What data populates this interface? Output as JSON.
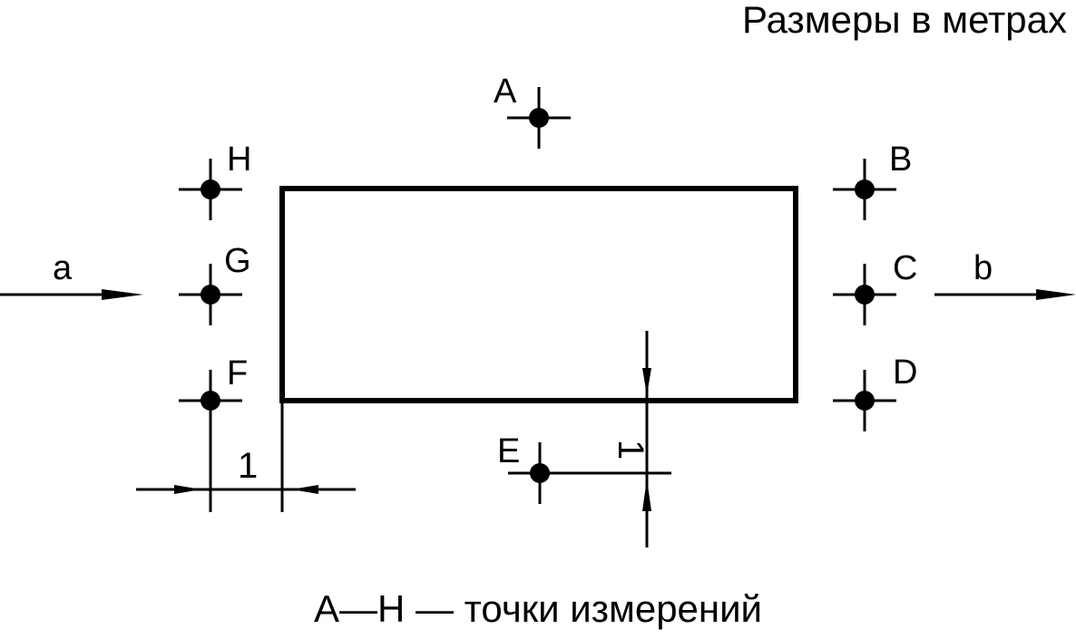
{
  "header": {
    "units_note": "Размеры в метрах"
  },
  "points": {
    "A": "A",
    "B": "B",
    "C": "C",
    "D": "D",
    "E": "E",
    "F": "F",
    "G": "G",
    "H": "H"
  },
  "flow": {
    "inlet_label": "a",
    "outlet_label": "b"
  },
  "dimensions": {
    "horizontal": "1",
    "vertical": "1"
  },
  "footer": {
    "caption": "A—H — точки измерений"
  }
}
